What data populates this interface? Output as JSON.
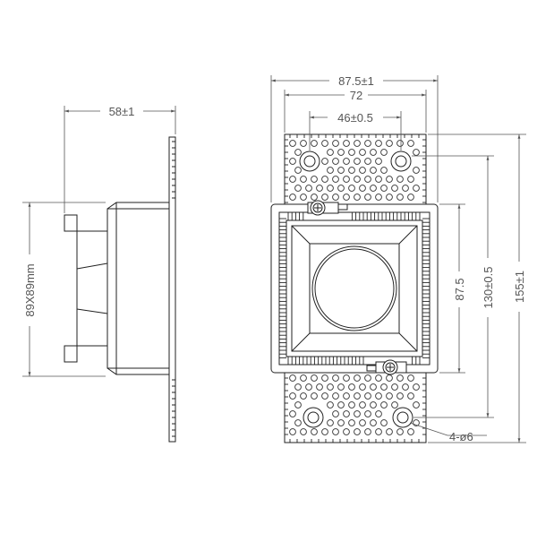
{
  "drawing": {
    "side_view": {
      "depth_dim": "58±1",
      "cutout_dim": "89X89mm"
    },
    "front_view": {
      "overall_width_dim": "87.5±1",
      "inner_width_dim": "72",
      "hole_spacing_dim": "46±0.5",
      "frame_height_dim": "87.5",
      "hole_height_dim": "130±0.5",
      "overall_height_dim": "155±1",
      "hole_callout": "4-ø6"
    },
    "colors": {
      "line": "#222222",
      "dim": "#555555"
    }
  }
}
